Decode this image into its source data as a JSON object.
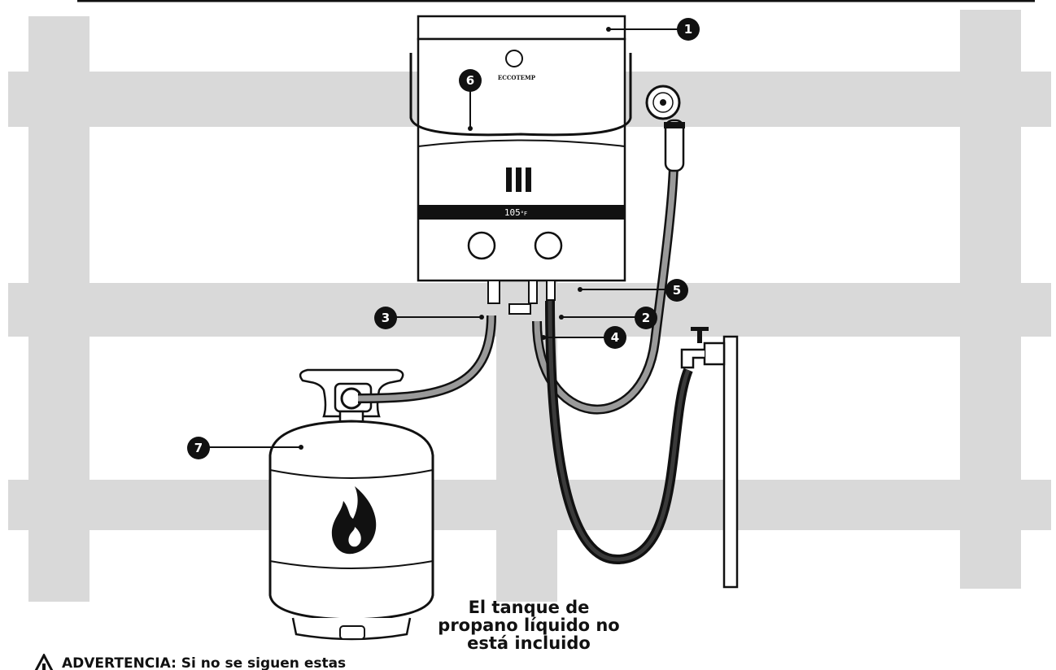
{
  "brand": {
    "logo_text": "ECCOTEMP"
  },
  "heater": {
    "display_value": "105",
    "display_unit": "°F"
  },
  "callouts": [
    {
      "number": "1"
    },
    {
      "number": "2"
    },
    {
      "number": "3"
    },
    {
      "number": "4"
    },
    {
      "number": "5"
    },
    {
      "number": "6"
    },
    {
      "number": "7"
    }
  ],
  "caption": {
    "line1": "El tanque de",
    "line2": "propano líquido no",
    "line3": "está incluido"
  },
  "warning": {
    "text": "ADVERTENCIA: Si no se siguen estas"
  },
  "colors": {
    "fence": "#d9d9d9",
    "outline": "#111111",
    "hose_gray": "#9a9a9a",
    "display_bar": "#111111"
  }
}
